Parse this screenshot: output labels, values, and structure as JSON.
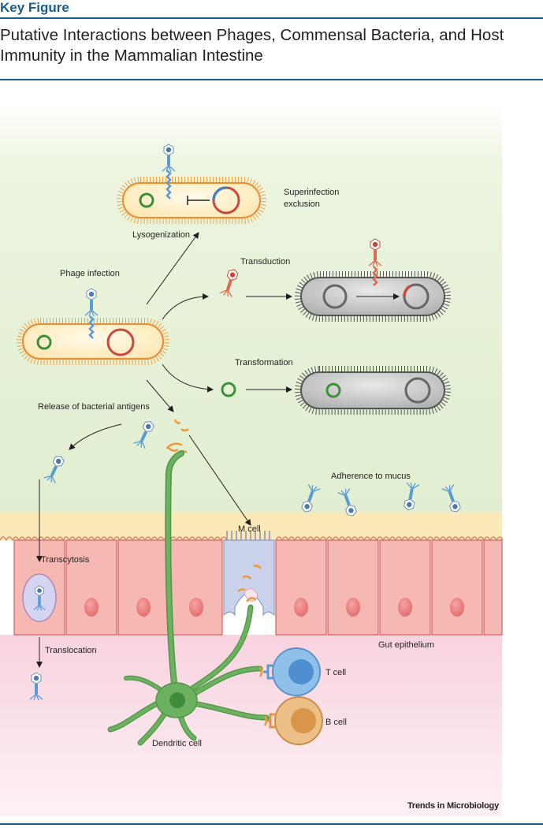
{
  "header": {
    "key_figure": "Key Figure",
    "title": "Putative Interactions between Phages, Commensal Bacteria, and Host Immunity in the Mammalian Intestine"
  },
  "labels": {
    "superinfection_exclusion_1": "Superinfection",
    "superinfection_exclusion_2": "exclusion",
    "lysogenization": "Lysogenization",
    "transduction": "Transduction",
    "phage_infection": "Phage infection",
    "transformation": "Transformation",
    "release_of_bacterial_antigens": "Release of bacterial antigens",
    "adherence_to_mucus": "Adherence to mucus",
    "m_cell": "M cell",
    "transcytosis": "Transcytosis",
    "translocation": "Translocation",
    "gut_epithelium": "Gut epithelium",
    "t_cell": "T cell",
    "b_cell": "B cell",
    "dendritic_cell": "Dendritic cell"
  },
  "footer": {
    "credit": "Trends in Microbiology"
  },
  "colors": {
    "lumen_green": "#e6f1d8",
    "mucus_yellow": "#fbe9b8",
    "epithelium_red": "#f6b8b2",
    "lamina_pink": "#fbe3ec",
    "bacterium_orange": "#fff2cf",
    "bacterium_gray": "#cfcfcf",
    "plasmid_green": "#3e8f3a",
    "plasmid_red": "#c8483d",
    "phage_blue": "#5b9bd3",
    "dendritic_green": "#6bb15f",
    "t_cell_blue": "#5ea4dc",
    "b_cell_orange": "#dda35d",
    "title_blue": "#1c5c8e"
  }
}
